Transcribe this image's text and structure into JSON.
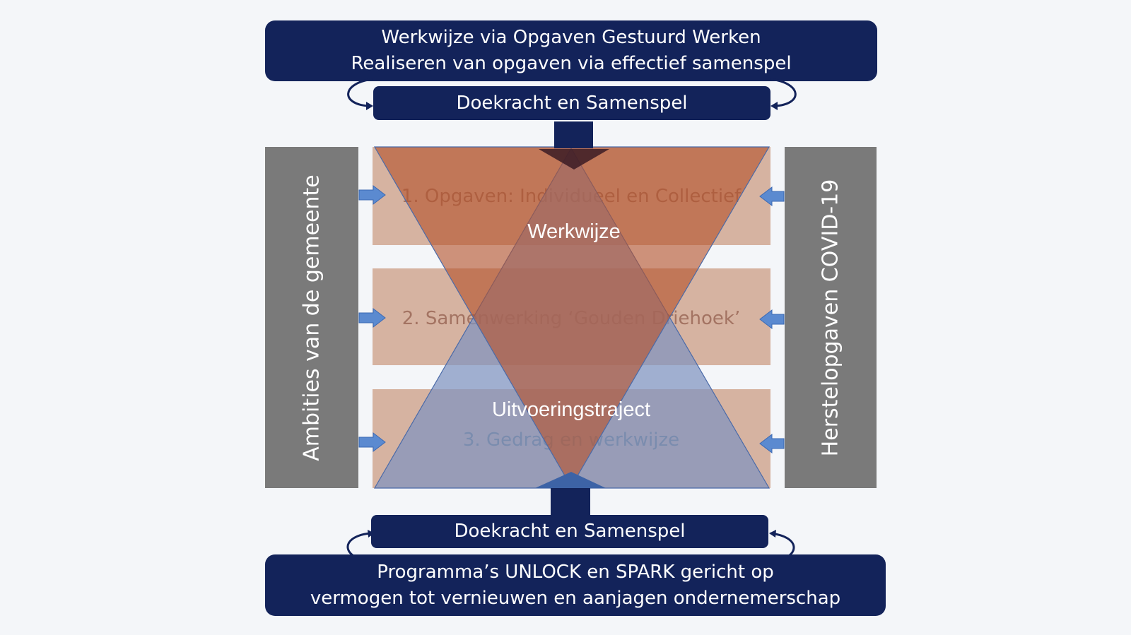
{
  "top_banner": {
    "line1": "Werkwijze via Opgaven Gestuurd Werken",
    "line2": "Realiseren van opgaven via effectief samenspel"
  },
  "top_doekracht": "Doekracht en Samenspel",
  "bottom_doekracht": "Doekracht en Samenspel",
  "bottom_banner": {
    "line1": "Programma’s UNLOCK en SPARK gericht op",
    "line2": "vermogen tot vernieuwen en aanjagen ondernemerschap"
  },
  "left_bar": "Ambities van de gemeente",
  "right_bar": "Herstelopgaven COVID-19",
  "bands": [
    "1. Opgaven: Individueel en Collectief",
    "2. Samenwerking ‘Gouden Driehoek’",
    "3. Gedrag en werkwijze"
  ],
  "triangle_labels": {
    "down": "Werkwijze",
    "up": "Uitvoeringstraject"
  },
  "colors": {
    "navy": "#13235a",
    "gray": "#7a7a7a",
    "band": "#d6b3a1",
    "orange_triangle": "#b5532b",
    "blue_triangle": "#7f93bf",
    "arrow": "#5b8ad0"
  }
}
